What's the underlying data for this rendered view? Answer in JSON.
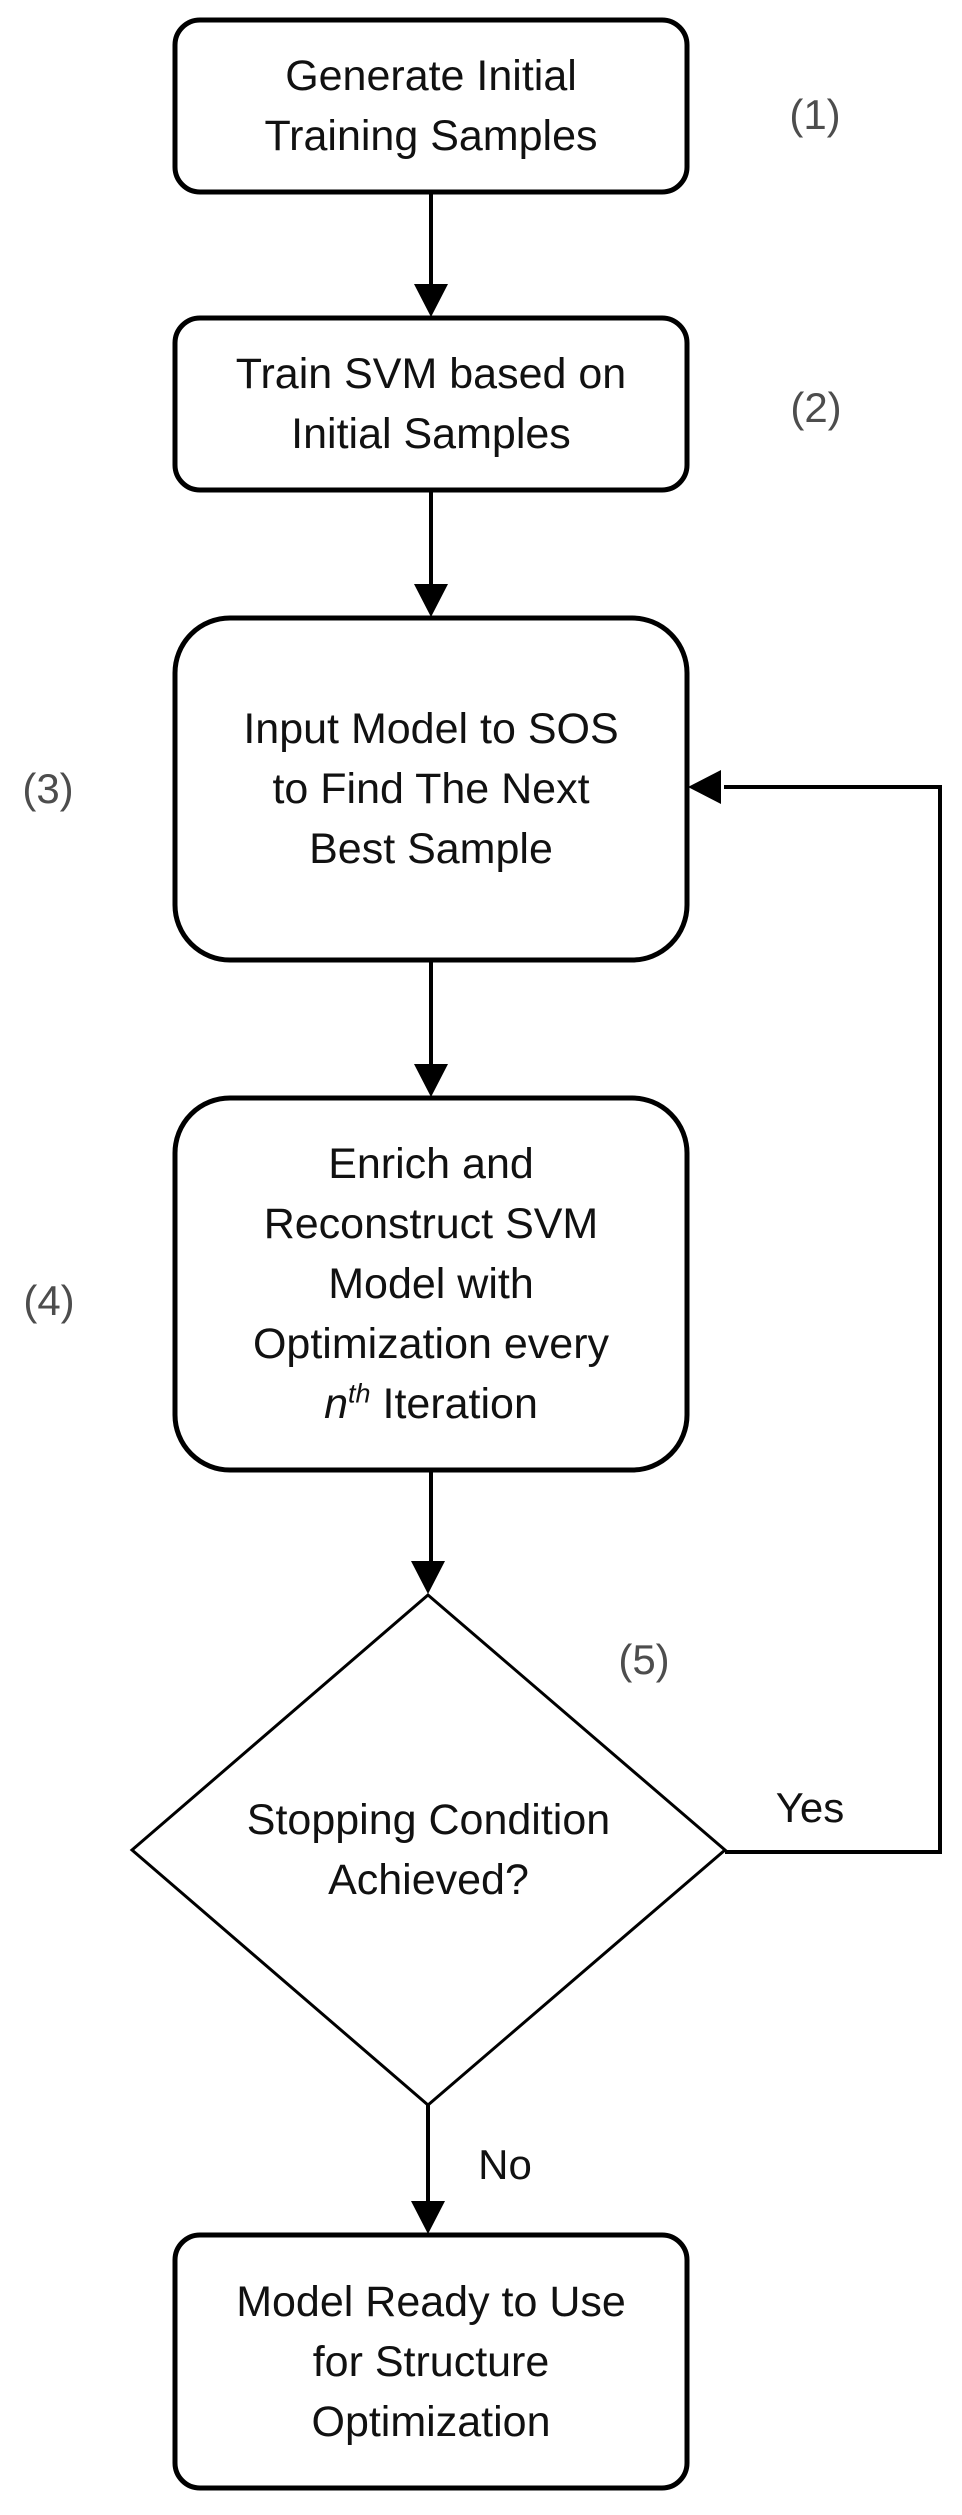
{
  "nodes": {
    "box1": {
      "text": "Generate Initial\nTraining Samples",
      "step": "(1)"
    },
    "box2": {
      "text": "Train SVM based on\nInitial Samples",
      "step": "(2)"
    },
    "box3": {
      "text": "Input Model to SOS\nto Find The Next\nBest Sample",
      "step": "(3)"
    },
    "box4": {
      "lines": "Enrich and\nReconstruct SVM\nModel with\nOptimization every",
      "var": "n",
      "sup": "th",
      "tail": " Iteration",
      "step": "(4)"
    },
    "decision": {
      "text": "Stopping Condition\nAchieved?",
      "step": "(5)"
    },
    "box5": {
      "text": "Model Ready to Use\nfor Structure\nOptimization"
    }
  },
  "edges": {
    "yes_label": "Yes",
    "no_label": "No"
  },
  "colors": {
    "background": "#ffffff",
    "node_fill": "#ffffff",
    "stroke": "#000000",
    "text": "#111111",
    "step_label": "#4d4d4d"
  }
}
